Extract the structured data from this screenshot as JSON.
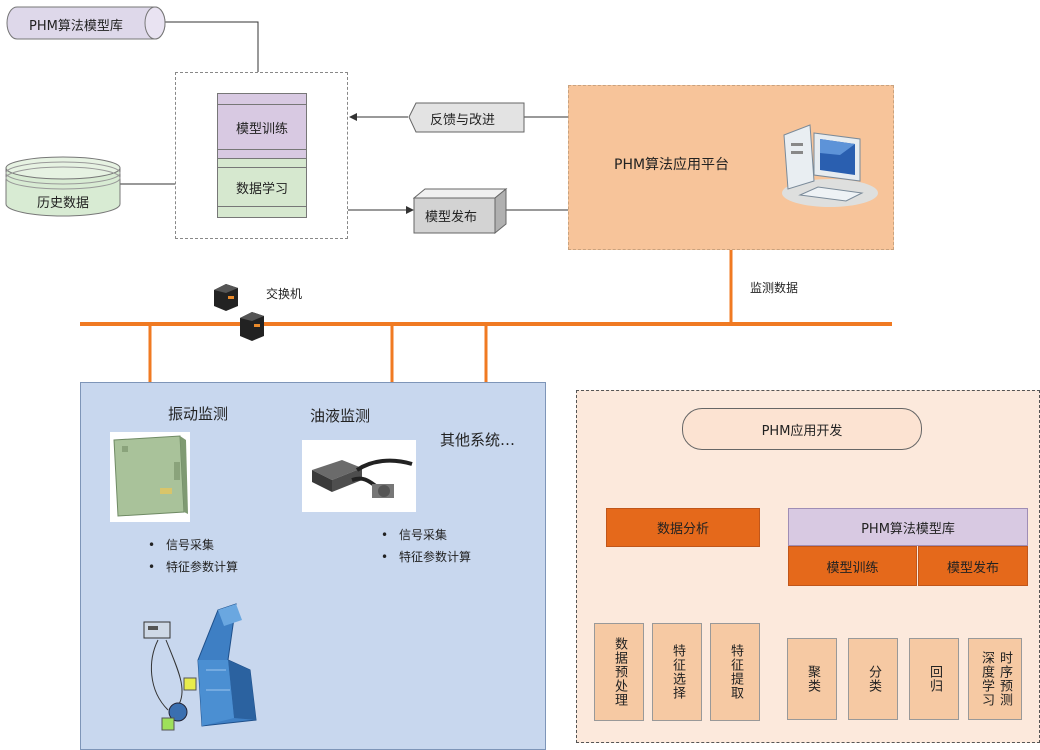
{
  "top": {
    "model_library": "PHM算法模型库",
    "history_data": "历史数据",
    "model_training": "模型训练",
    "data_learning": "数据学习",
    "feedback": "反馈与改进",
    "model_release": "模型发布",
    "platform": "PHM算法应用平台",
    "monitor_data": "监测数据",
    "switch": "交换机"
  },
  "left_panel": {
    "vibration": "振动监测",
    "oil": "油液监测",
    "others": "其他系统…",
    "vib_items": [
      "信号采集",
      "特征参数计算"
    ],
    "oil_items": [
      "信号采集",
      "特征参数计算"
    ]
  },
  "right_panel": {
    "root": "PHM应用开发",
    "data_analysis": "数据分析",
    "model_library": "PHM算法模型库",
    "model_training": "模型训练",
    "model_release": "模型发布",
    "leaves": [
      {
        "text": "数据预处理"
      },
      {
        "text": "特征选择"
      },
      {
        "text": "特征提取"
      },
      {
        "text": "聚类"
      },
      {
        "text": "分类"
      },
      {
        "text": "回归"
      },
      {
        "text": "时序预测",
        "text2": "深度学习"
      }
    ]
  },
  "colors": {
    "bus": "#f07a22",
    "platform": "#f7c49a",
    "orange": "#e5691b",
    "lilac": "#d8c9e2",
    "leaf": "#f6c9a3",
    "blue_panel": "#c8d7ee",
    "right_panel": "#fce9dc"
  },
  "icons": {
    "computer": "computer-icon",
    "switch": "network-switch-icon",
    "vibration_device": "vibration-sensor-box-icon",
    "oil_device": "oil-sensor-icon",
    "turbine": "turbine-machine-icon"
  }
}
